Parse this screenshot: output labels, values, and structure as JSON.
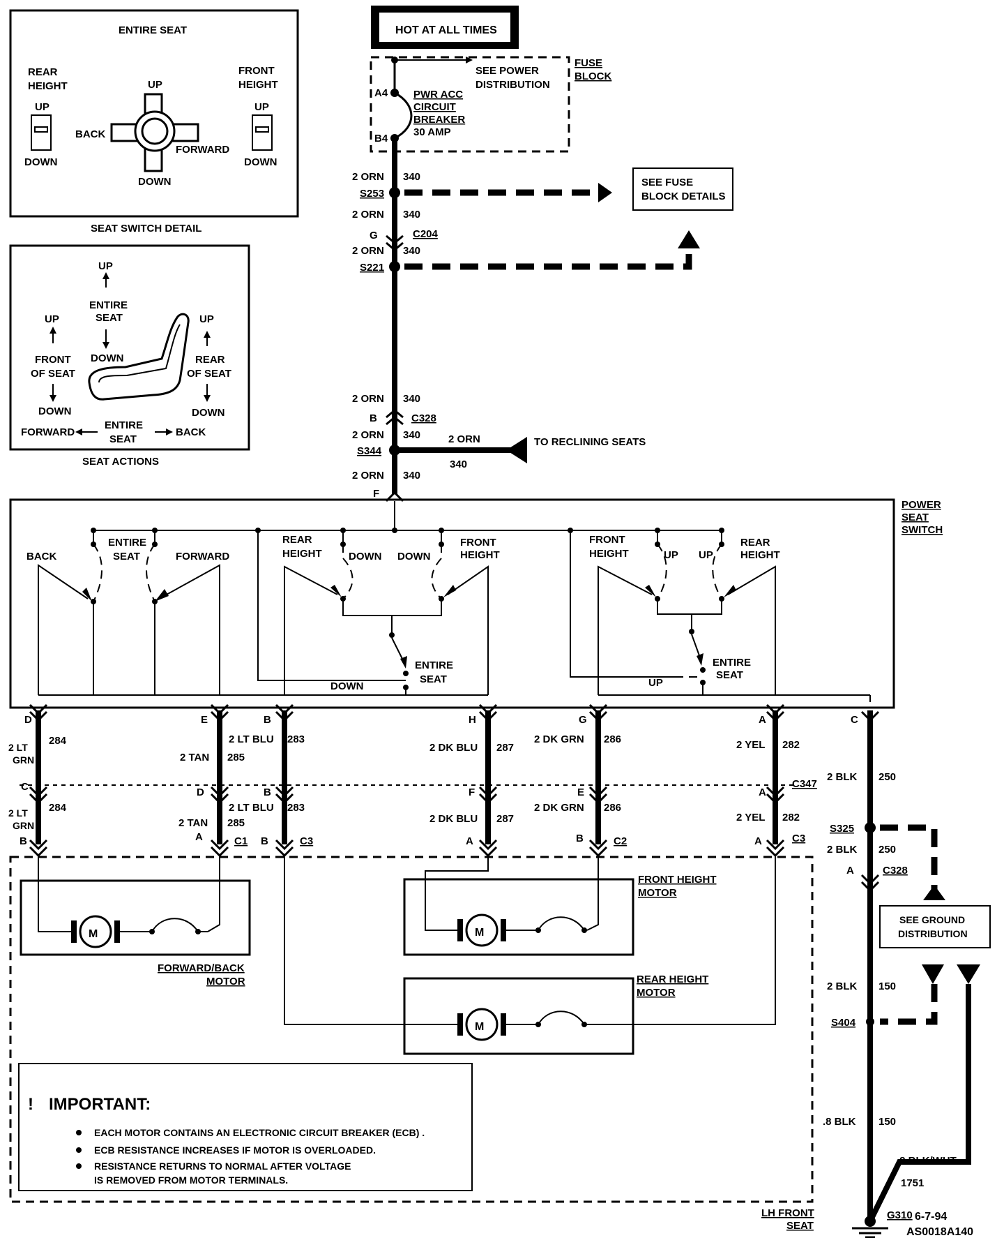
{
  "seat_switch_detail": {
    "heading": "ENTIRE SEAT",
    "rear_height_1": "REAR",
    "rear_height_2": "HEIGHT",
    "front_height_1": "FRONT",
    "front_height_2": "HEIGHT",
    "up": "UP",
    "down": "DOWN",
    "back": "BACK",
    "forward": "FORWARD",
    "caption": "SEAT SWITCH DETAIL"
  },
  "seat_actions": {
    "up": "UP",
    "down": "DOWN",
    "entire_1": "ENTIRE",
    "entire_2": "SEAT",
    "front_1": "FRONT",
    "front_2": "OF SEAT",
    "rear_1": "REAR",
    "rear_2": "OF SEAT",
    "forward": "FORWARD",
    "back": "BACK",
    "caption": "SEAT ACTIONS"
  },
  "power": {
    "hot": "HOT AT ALL TIMES",
    "fuse_1": "FUSE",
    "fuse_2": "BLOCK",
    "see_power_1": "SEE POWER",
    "see_power_2": "DISTRIBUTION",
    "a4": "A4",
    "b4": "B4",
    "cb_1": "PWR ACC",
    "cb_2": "CIRCUIT",
    "cb_3": "BREAKER",
    "cb_4": "30 AMP",
    "see_fuse_1": "SEE FUSE",
    "see_fuse_2": "BLOCK DETAILS",
    "orn": "2 ORN",
    "c340": "340",
    "s253": "S253",
    "g": "G",
    "c204": "C204",
    "s221": "S221",
    "b": "B",
    "c328": "C328",
    "s344": "S344",
    "to_reclining": "TO RECLINING SEATS",
    "f": "F"
  },
  "switch": {
    "title_1": "POWER",
    "title_2": "SEAT",
    "title_3": "SWITCH",
    "back": "BACK",
    "entire_1": "ENTIRE",
    "entire_2": "SEAT",
    "forward": "FORWARD",
    "rear_1": "REAR",
    "height": "HEIGHT",
    "down": "DOWN",
    "front_1": "FRONT",
    "up": "UP"
  },
  "wires": {
    "D": "D",
    "E": "E",
    "B": "B",
    "H": "H",
    "G": "G",
    "A": "A",
    "C": "C",
    "F": "F",
    "w284": "284",
    "w285": "285",
    "w283": "283",
    "w287": "287",
    "w286": "286",
    "w282": "282",
    "w250": "250",
    "w150": "150",
    "ltgrn_1": "2 LT",
    "ltgrn_2": "GRN",
    "tan": "2 TAN",
    "ltblu": "2 LT BLU",
    "dkblu": "2 DK BLU",
    "dkgrn": "2 DK GRN",
    "yel": "2 YEL",
    "blk": "2 BLK",
    "blk8": ".8 BLK",
    "blkwht": ".8 BLK/WHT",
    "w1751": "1751",
    "c347": "C347",
    "c1": "C1",
    "c3": "C3",
    "c2": "C2",
    "s325": "S325",
    "c328": "C328",
    "s404": "S404",
    "g310": "G310",
    "see_gnd_1": "SEE GROUND",
    "see_gnd_2": "DISTRIBUTION"
  },
  "motors": {
    "m": "M",
    "fb_1": "FORWARD/BACK",
    "fb_2": "MOTOR",
    "fh_1": "FRONT HEIGHT",
    "fh_2": "MOTOR",
    "rh_1": "REAR HEIGHT",
    "rh_2": "MOTOR",
    "lh_1": "LH FRONT",
    "lh_2": "SEAT"
  },
  "important": {
    "mark": "!",
    "title": "IMPORTANT:",
    "b1": "EACH MOTOR CONTAINS AN ELECTRONIC CIRCUIT BREAKER (ECB) .",
    "b2": "ECB RESISTANCE INCREASES IF MOTOR IS OVERLOADED.",
    "b3a": "RESISTANCE RETURNS TO NORMAL AFTER VOLTAGE",
    "b3b": "IS REMOVED FROM MOTOR TERMINALS."
  },
  "footer": {
    "date": "6-7-94",
    "code": "AS0018A140"
  }
}
